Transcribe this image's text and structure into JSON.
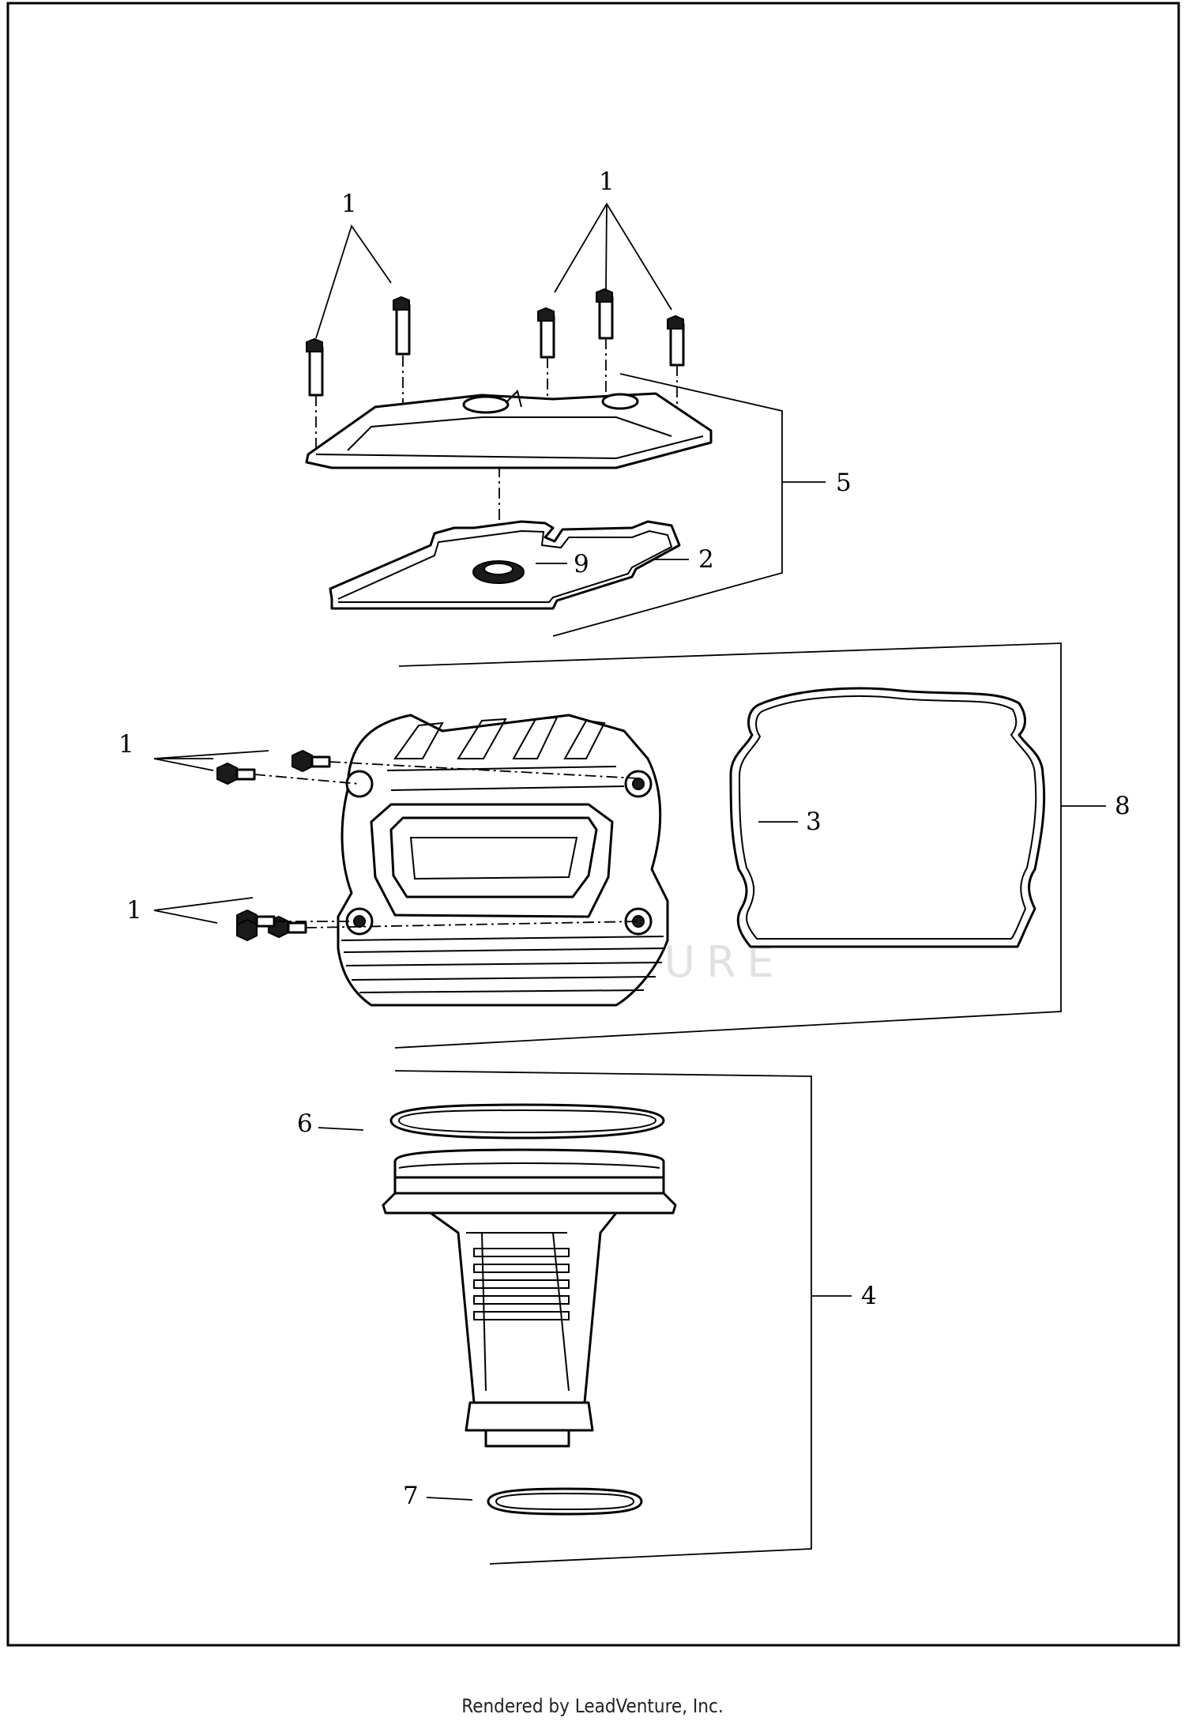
{
  "watermark": "VENTURE",
  "footer": "Rendered by LeadVenture, Inc.",
  "callouts": {
    "c1_top_left": "1",
    "c1_top_right": "1",
    "c5": "5",
    "c9": "9",
    "c2": "2",
    "c1_mid_upper": "1",
    "c1_mid_lower": "1",
    "c3": "3",
    "c8": "8",
    "c6": "6",
    "c4": "4",
    "c7": "7"
  }
}
